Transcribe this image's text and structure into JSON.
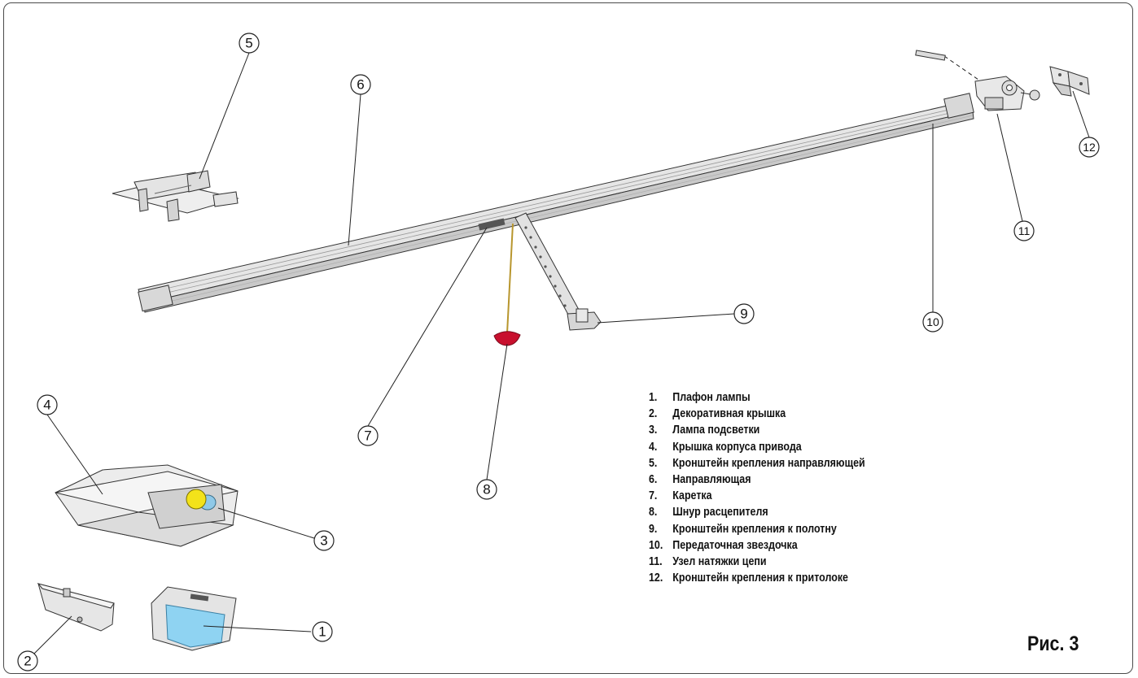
{
  "callouts": [
    "1",
    "2",
    "3",
    "4",
    "5",
    "6",
    "7",
    "8",
    "9",
    "10",
    "11",
    "12"
  ],
  "legend": [
    {
      "num": "1.",
      "text": "Плафон лампы"
    },
    {
      "num": "2.",
      "text": "Декоративная крышка"
    },
    {
      "num": "3.",
      "text": "Лампа подсветки"
    },
    {
      "num": "4.",
      "text": "Крышка корпуса привода"
    },
    {
      "num": "5.",
      "text": "Кронштейн крепления направляющей"
    },
    {
      "num": "6.",
      "text": "Направляющая"
    },
    {
      "num": "7.",
      "text": "Каретка"
    },
    {
      "num": "8.",
      "text": "Шнур расцепителя"
    },
    {
      "num": "9.",
      "text": "Кронштейн крепления к полотну"
    },
    {
      "num": "10.",
      "text": "Передаточная звездочка"
    },
    {
      "num": "11.",
      "text": "Узел натяжки цепи"
    },
    {
      "num": "12.",
      "text": "Кронштейн крепления к притолоке"
    }
  ],
  "figure_label": "Рис. 3",
  "colors": {
    "frame": "#4a4a4a",
    "part_fill": "#e8e8e8",
    "part_dark": "#bdbdbd",
    "lens": "#8fd3f2",
    "bulb": "#f3e21a",
    "handle": "#c8102e",
    "cord": "#b8962e"
  }
}
